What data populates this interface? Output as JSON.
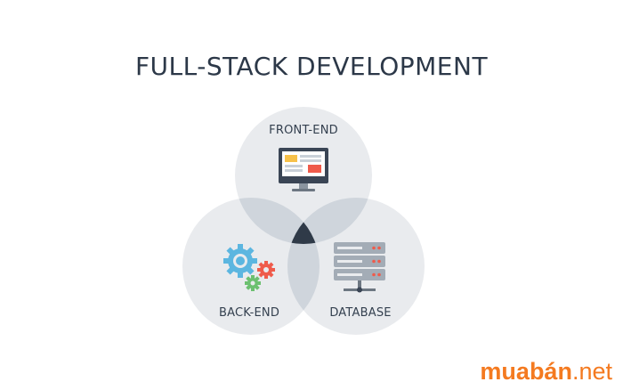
{
  "diagram": {
    "title": "FULL-STACK DEVELOPMENT",
    "circles": [
      {
        "label": "FRONT-END",
        "icon": "monitor-icon"
      },
      {
        "label": "BACK-END",
        "icon": "gears-icon"
      },
      {
        "label": "DATABASE",
        "icon": "server-stack-icon"
      }
    ],
    "colors": {
      "circle_fill": "#e9ebee",
      "overlap_fill": "#cfd5dc",
      "center_fill": "#2f3a48",
      "title_text": "#2c3848",
      "accent_orange": "#f47a20"
    }
  },
  "watermark": {
    "brand": "muabán",
    "tld": ".net"
  }
}
